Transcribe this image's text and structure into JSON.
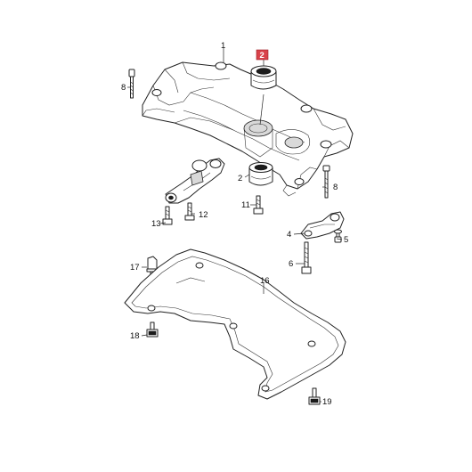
{
  "callouts": {
    "c1": "1",
    "c2_highlight": "2",
    "c2": "2",
    "c4": "4",
    "c5": "5",
    "c6": "6",
    "c8_left": "8",
    "c8_right": "8",
    "c11": "11",
    "c12": "12",
    "c13": "13",
    "c16": "16",
    "c17": "17",
    "c18": "18",
    "c19": "19"
  },
  "colors": {
    "highlight": "#d9424a",
    "line": "#222222",
    "background": "#ffffff"
  }
}
